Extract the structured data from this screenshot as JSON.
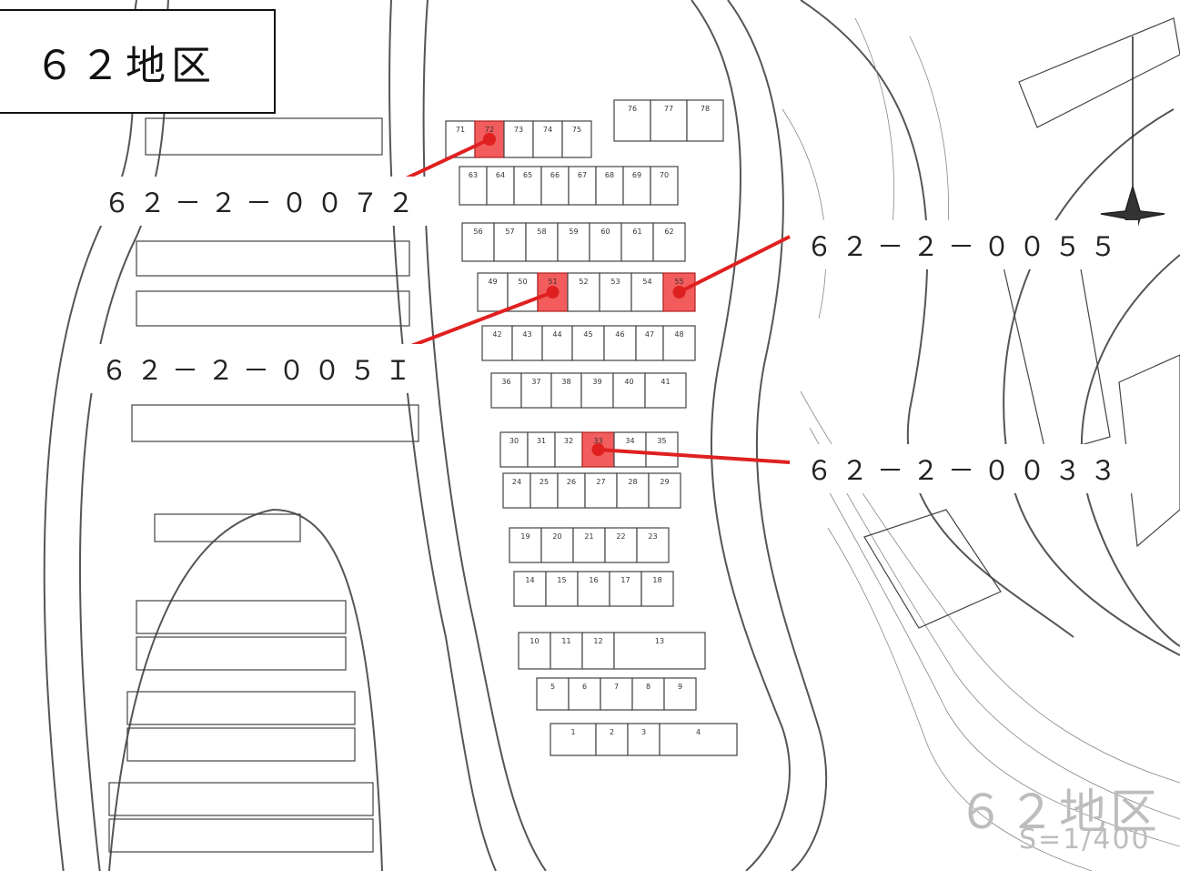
{
  "title": "６２地区",
  "watermark": "６２地区",
  "scale": "S=1/400",
  "highlight_color": "#f25c5c",
  "leader_color": "#e02020",
  "lots": [
    {
      "num": "1"
    },
    {
      "num": "2"
    },
    {
      "num": "3"
    },
    {
      "num": "4"
    },
    {
      "num": "5"
    },
    {
      "num": "6"
    },
    {
      "num": "7"
    },
    {
      "num": "8"
    },
    {
      "num": "9"
    },
    {
      "num": "10"
    },
    {
      "num": "11"
    },
    {
      "num": "12"
    },
    {
      "num": "13"
    },
    {
      "num": "14"
    },
    {
      "num": "15"
    },
    {
      "num": "16"
    },
    {
      "num": "17"
    },
    {
      "num": "18"
    },
    {
      "num": "19"
    },
    {
      "num": "20"
    },
    {
      "num": "21"
    },
    {
      "num": "22"
    },
    {
      "num": "23"
    },
    {
      "num": "24"
    },
    {
      "num": "25"
    },
    {
      "num": "26"
    },
    {
      "num": "27"
    },
    {
      "num": "28"
    },
    {
      "num": "29"
    },
    {
      "num": "30"
    },
    {
      "num": "31"
    },
    {
      "num": "32"
    },
    {
      "num": "33",
      "highlight": true
    },
    {
      "num": "34"
    },
    {
      "num": "35"
    },
    {
      "num": "36"
    },
    {
      "num": "37"
    },
    {
      "num": "38"
    },
    {
      "num": "39"
    },
    {
      "num": "40"
    },
    {
      "num": "41"
    },
    {
      "num": "42"
    },
    {
      "num": "43"
    },
    {
      "num": "44"
    },
    {
      "num": "45"
    },
    {
      "num": "46"
    },
    {
      "num": "47"
    },
    {
      "num": "48"
    },
    {
      "num": "49"
    },
    {
      "num": "50"
    },
    {
      "num": "51",
      "highlight": true
    },
    {
      "num": "52"
    },
    {
      "num": "53"
    },
    {
      "num": "54"
    },
    {
      "num": "55",
      "highlight": true
    },
    {
      "num": "56"
    },
    {
      "num": "57"
    },
    {
      "num": "58"
    },
    {
      "num": "59"
    },
    {
      "num": "60"
    },
    {
      "num": "61"
    },
    {
      "num": "62"
    },
    {
      "num": "63"
    },
    {
      "num": "64"
    },
    {
      "num": "65"
    },
    {
      "num": "66"
    },
    {
      "num": "67"
    },
    {
      "num": "68"
    },
    {
      "num": "69"
    },
    {
      "num": "70"
    },
    {
      "num": "71"
    },
    {
      "num": "72",
      "highlight": true
    },
    {
      "num": "73"
    },
    {
      "num": "74"
    },
    {
      "num": "75"
    },
    {
      "num": "76"
    },
    {
      "num": "77"
    },
    {
      "num": "78"
    }
  ],
  "callouts": [
    {
      "id": "c72",
      "label": "６２－２－００７２",
      "lot": "72"
    },
    {
      "id": "c55",
      "label": "６２－２－００５５",
      "lot": "55"
    },
    {
      "id": "c51",
      "label": "６２－２－００５Ｉ",
      "lot": "51"
    },
    {
      "id": "c33",
      "label": "６２－２－００３３",
      "lot": "33"
    }
  ]
}
